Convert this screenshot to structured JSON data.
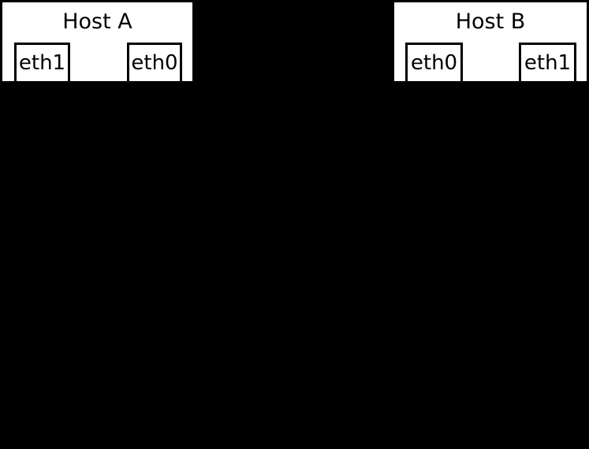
{
  "canvas": {
    "background": "#000000",
    "box_fill": "#ffffff",
    "box_border": "#000000",
    "text_color": "#000000"
  },
  "hosts": [
    {
      "title": "Host A",
      "interfaces": [
        {
          "label": "eth1"
        },
        {
          "label": "eth0"
        }
      ]
    },
    {
      "title": "Host B",
      "interfaces": [
        {
          "label": "eth0"
        },
        {
          "label": "eth1"
        }
      ]
    }
  ]
}
